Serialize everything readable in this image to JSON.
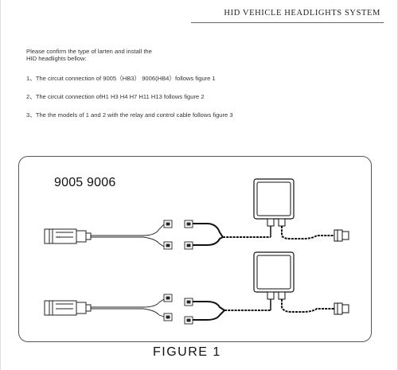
{
  "header": {
    "title": "HID VEHICLE  HEADLIGHTS SYSTEM"
  },
  "intro": {
    "line1": "Please confirm the type of  larten and install the",
    "line2": "HID headlights  bellow:"
  },
  "items": [
    "1、The circuit connection of 9005（HB3）  9006(HB4）follows figure 1",
    "2、The circuit connection ofH1 H3 H4 H7 H11 H13  follows figure 2",
    "3、The the models of 1  and  2  with the relay and  control cable follows figure 3"
  ],
  "figure": {
    "model_label": "9005 9006",
    "caption": "FIGURE  1"
  }
}
